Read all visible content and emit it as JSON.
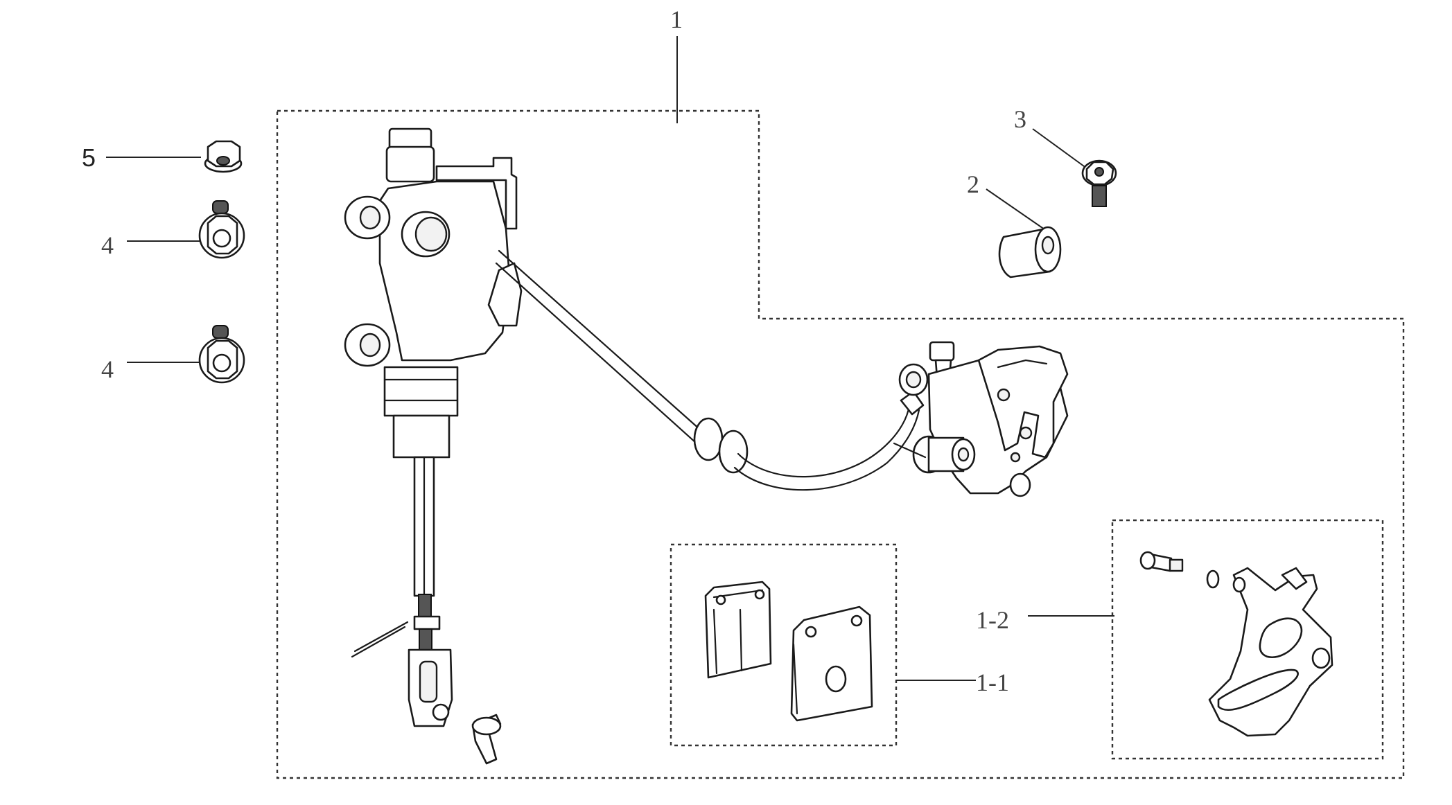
{
  "diagram": {
    "callouts": {
      "c1": "1",
      "c2": "2",
      "c3": "3",
      "c4a": "4",
      "c4b": "4",
      "c5": "5",
      "c1_1": "1-1",
      "c1_2": "1-2"
    }
  }
}
